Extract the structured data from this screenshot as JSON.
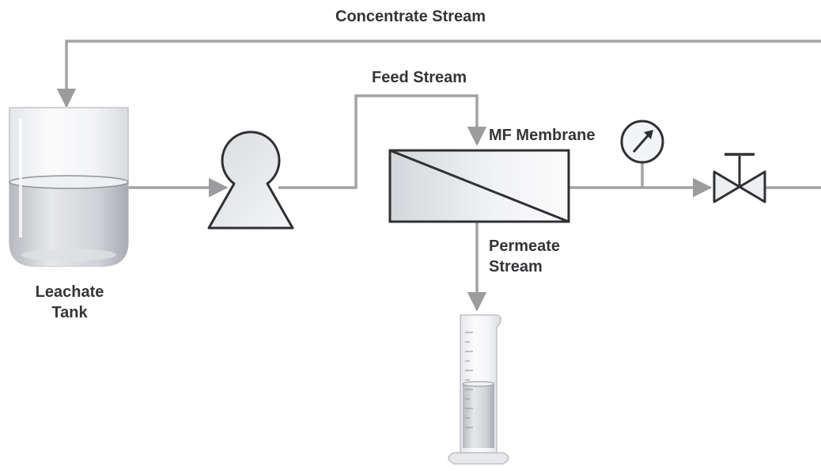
{
  "labels": {
    "concentrate_stream": "Concentrate Stream",
    "feed_stream": "Feed Stream",
    "mf_membrane": "MF Membrane",
    "permeate_stream_line1": "Permeate",
    "permeate_stream_line2": "Stream",
    "leachate_tank_line1": "Leachate",
    "leachate_tank_line2": "Tank"
  },
  "components": {
    "tank": "leachate-tank",
    "pump": "pump",
    "membrane": "mf-membrane-module",
    "pressure_gauge": "pressure-gauge",
    "valve": "valve",
    "cylinder": "graduated-cylinder"
  },
  "colors": {
    "pipe": "#a3a3a5",
    "outline": "#2f3033",
    "text": "#333538",
    "liquid": "#c6c8ce"
  }
}
